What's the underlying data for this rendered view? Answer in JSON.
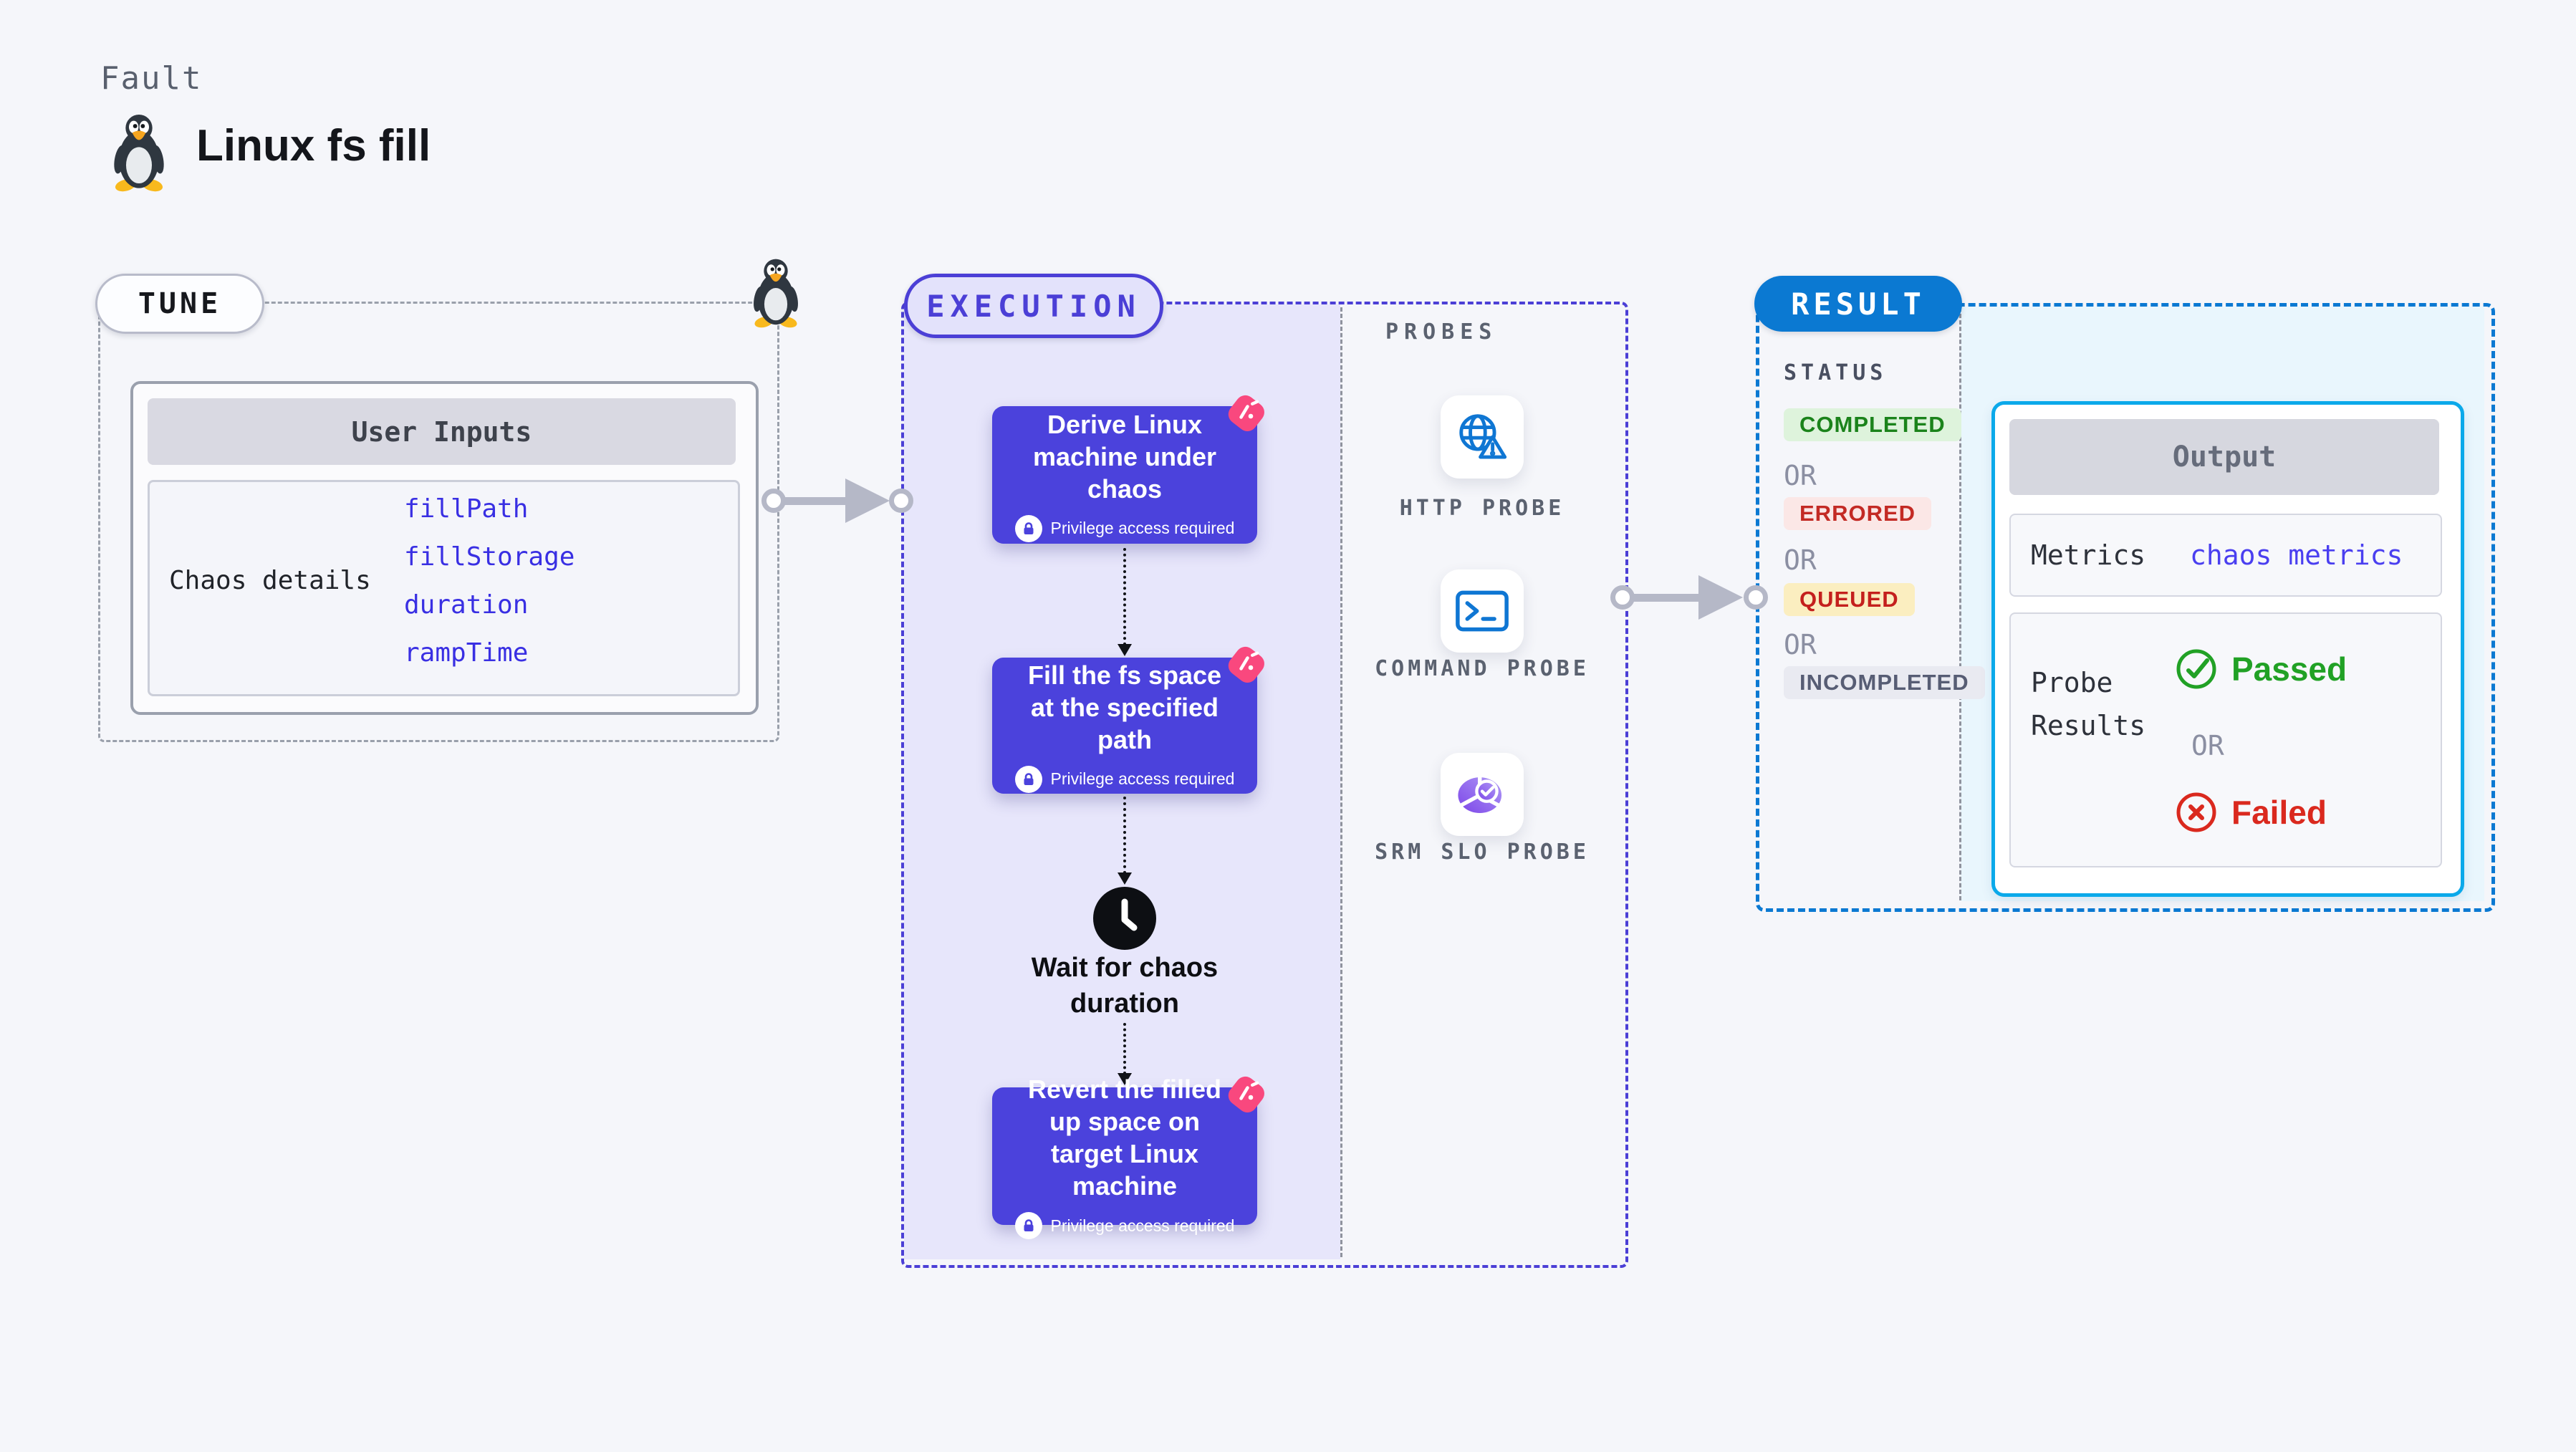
{
  "page": {
    "eyebrow": "Fault",
    "title": "Linux fs fill"
  },
  "colors": {
    "page_bg": "#f5f6fa",
    "execution_accent": "#4b3fd6",
    "execution_fill": "#e7e6fb",
    "step_card": "#4b42dc",
    "chaos_badge_pink": "#f9487e",
    "result_accent": "#0b79d2",
    "result_fill": "#e9f6fd",
    "output_border": "#0ba9ea",
    "probe_icon_blue": "#0f76d3",
    "slo_icon_purple": "#8a5cf0",
    "link_blue": "#392fe3",
    "passed_green": "#21a125",
    "failed_red": "#da291e",
    "completed_green": "#1b831b",
    "errored_red": "#c32a24",
    "queued_amber_bg": "#fbeec0",
    "gray_dash": "#9aa0ab"
  },
  "tune": {
    "label": "TUNE",
    "card_header": "User Inputs",
    "row_label": "Chaos details",
    "inputs": [
      "fillPath",
      "fillStorage",
      "duration",
      "rampTime"
    ]
  },
  "execution": {
    "label": "EXECUTION",
    "steps": [
      {
        "title": "Derive Linux machine under chaos",
        "badge": "Privilege access required"
      },
      {
        "title": "Fill the fs space at the specified path",
        "badge": "Privilege access required"
      },
      {
        "title": "Revert the filled up space on target Linux machine",
        "badge": "Privilege access required"
      }
    ],
    "wait_label": "Wait for chaos duration"
  },
  "probes": {
    "label": "PROBES",
    "items": [
      {
        "name": "HTTP PROBE",
        "icon": "globe-alert-icon"
      },
      {
        "name": "COMMAND PROBE",
        "icon": "terminal-icon"
      },
      {
        "name": "SRM SLO PROBE",
        "icon": "slo-pie-icon"
      }
    ]
  },
  "result": {
    "label": "RESULT",
    "status_heading": "STATUS",
    "or_label": "OR",
    "statuses": [
      "COMPLETED",
      "ERRORED",
      "QUEUED",
      "INCOMPLETED"
    ],
    "output": {
      "header": "Output",
      "metrics_label": "Metrics",
      "metrics_value": "chaos metrics",
      "probe_results_label": "Probe Results",
      "passed": "Passed",
      "failed": "Failed"
    }
  }
}
